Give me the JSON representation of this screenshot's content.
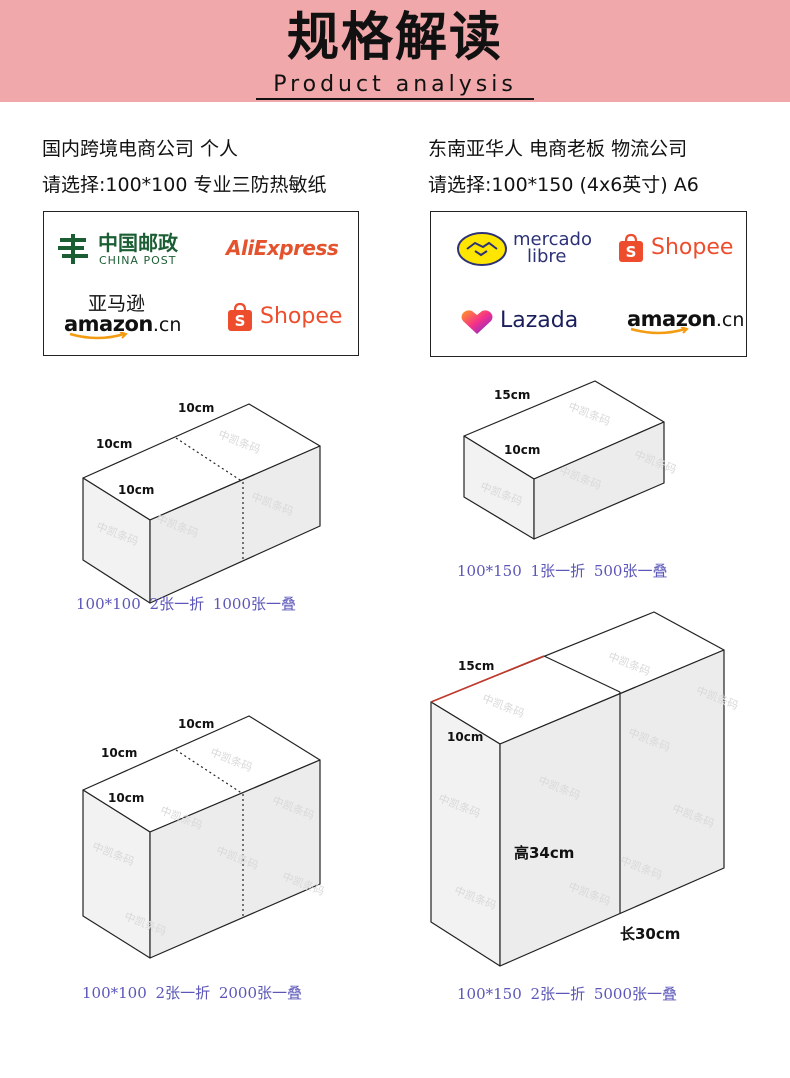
{
  "header": {
    "title": "规格解读",
    "subtitle": "Product analysis"
  },
  "left_column": {
    "audience": "国内跨境电商公司  个人",
    "selection": "请选择:100*100 专业三防热敏纸",
    "logos": {
      "china_post_cn": "中国邮政",
      "china_post_en": "CHINA POST",
      "aliexpress": "AliExpress",
      "amazon_cn_top": "亚马逊",
      "amazon_word": "amazon",
      "amazon_suffix": ".cn",
      "shopee": "Shopee"
    }
  },
  "right_column": {
    "audience": "东南亚华人  电商老板  物流公司",
    "selection": "请选择:100*150 (4x6英寸)  A6",
    "logos": {
      "mercado_line1": "mercado",
      "mercado_line2": "libre",
      "shopee": "Shopee",
      "lazada": "Lazada",
      "amazon_word": "amazon",
      "amazon_suffix": ".cn"
    }
  },
  "diagrams": {
    "box1": {
      "top_label": "10cm",
      "left_label": "10cm",
      "front_label": "10cm",
      "caption": "100*100   2张一折  1000张一叠"
    },
    "box2": {
      "top_label": "15cm",
      "front_label": "10cm",
      "caption": "100*150   1张一折  500张一叠"
    },
    "box3": {
      "top_label": "10cm",
      "left_label": "10cm",
      "front_label": "10cm",
      "caption": "100*100  2张一折  2000张一叠"
    },
    "box4": {
      "top_label": "15cm",
      "front_label": "10cm",
      "height_label": "高34cm",
      "length_label": "长30cm",
      "caption": "100*150  2张一折  5000张一叠"
    }
  },
  "watermark_text": "中凯条码",
  "colors": {
    "header_bg": "#f0a8aa",
    "caption": "#5b56b8",
    "china_post": "#1c5e34",
    "aliexpress": "#e4532d",
    "shopee": "#ee4d2d",
    "mercado_yellow": "#ffe600",
    "mercado_text": "#2d3277",
    "lazada_text": "#1a1f5c",
    "amazon_smile": "#f39c12",
    "box_face_front": "#f4f4f4",
    "box_face_side": "#ececec",
    "box_face_top": "#ffffff",
    "highlight_edge": "#c0392b"
  }
}
